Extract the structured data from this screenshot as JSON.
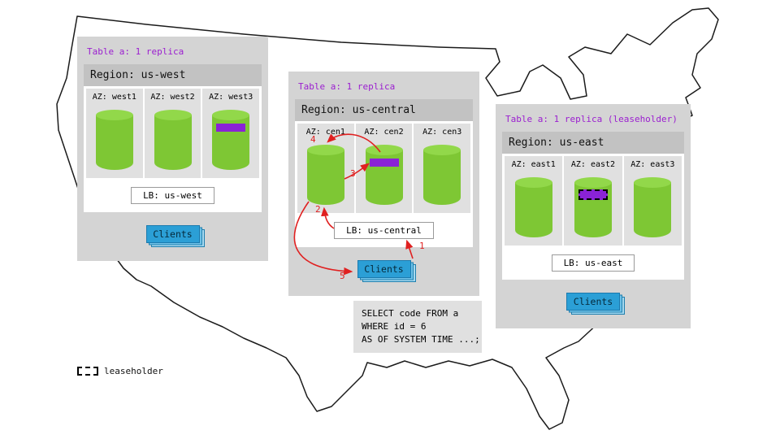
{
  "legend": {
    "label": "leaseholder"
  },
  "panels": [
    {
      "id": "us-west",
      "table_label": "Table a: 1 replica",
      "region_label": "Region: us-west",
      "azs": [
        {
          "label": "AZ: west1",
          "has_replica": false,
          "is_leaseholder": false
        },
        {
          "label": "AZ: west2",
          "has_replica": false,
          "is_leaseholder": false
        },
        {
          "label": "AZ: west3",
          "has_replica": true,
          "is_leaseholder": false
        }
      ],
      "lb_label": "LB: us-west",
      "clients_label": "Clients"
    },
    {
      "id": "us-central",
      "table_label": "Table a: 1 replica",
      "region_label": "Region: us-central",
      "azs": [
        {
          "label": "AZ: cen1",
          "has_replica": false,
          "is_leaseholder": false
        },
        {
          "label": "AZ: cen2",
          "has_replica": true,
          "is_leaseholder": false
        },
        {
          "label": "AZ: cen3",
          "has_replica": false,
          "is_leaseholder": false
        }
      ],
      "lb_label": "LB: us-central",
      "clients_label": "Clients",
      "sql": [
        "SELECT code FROM a",
        "WHERE id = 6",
        "AS OF SYSTEM TIME ...;"
      ]
    },
    {
      "id": "us-east",
      "table_label": "Table a: 1 replica (leaseholder)",
      "region_label": "Region: us-east",
      "azs": [
        {
          "label": "AZ: east1",
          "has_replica": false,
          "is_leaseholder": false
        },
        {
          "label": "AZ: east2",
          "has_replica": true,
          "is_leaseholder": true
        },
        {
          "label": "AZ: east3",
          "has_replica": false,
          "is_leaseholder": false
        }
      ],
      "lb_label": "LB: us-east",
      "clients_label": "Clients"
    }
  ],
  "arrows": {
    "labels": [
      "1",
      "2",
      "3",
      "4",
      "5"
    ]
  },
  "colors": {
    "panel_bg": "#d4d4d4",
    "region_header_bg": "#c2c2c2",
    "az_bg": "#e0e0e0",
    "cylinder_green": "#7ec734",
    "replica_purple": "#8a22d6",
    "table_label_purple": "#9b1fd0",
    "arrow_red": "#e02020",
    "clients_blue": "#2b9fd6",
    "map_outline": "#1b1b1b"
  }
}
